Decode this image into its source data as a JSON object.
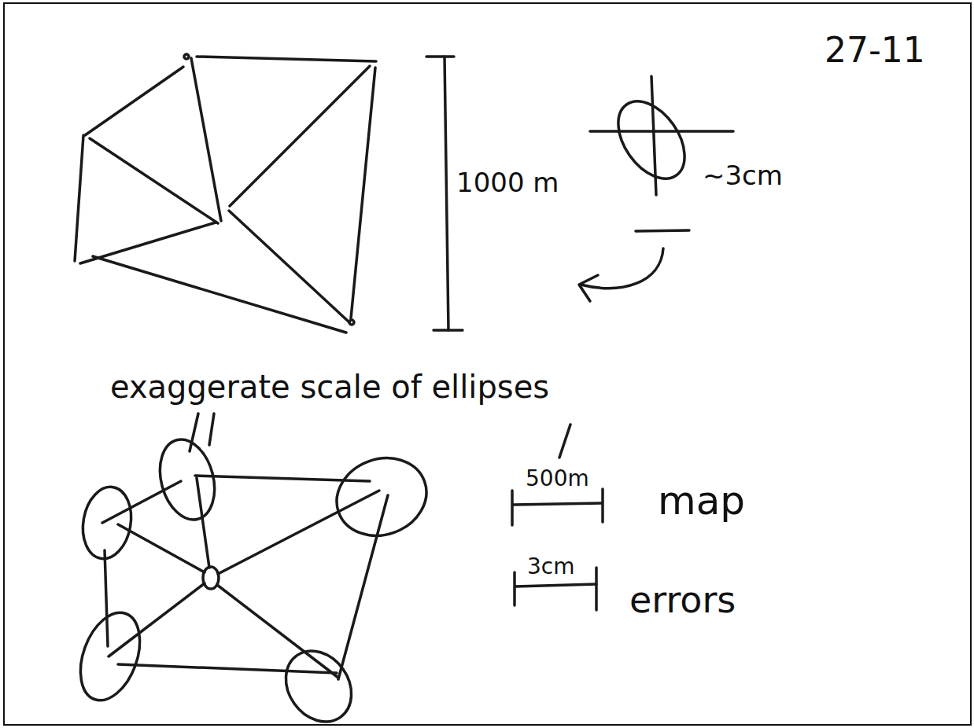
{
  "diagram": {
    "labels": [
      "27-11",
      "1000 m",
      "~3cm",
      "exaggerate scale of ellipses",
      "500m",
      "map",
      "3cm",
      "errors"
    ]
  }
}
